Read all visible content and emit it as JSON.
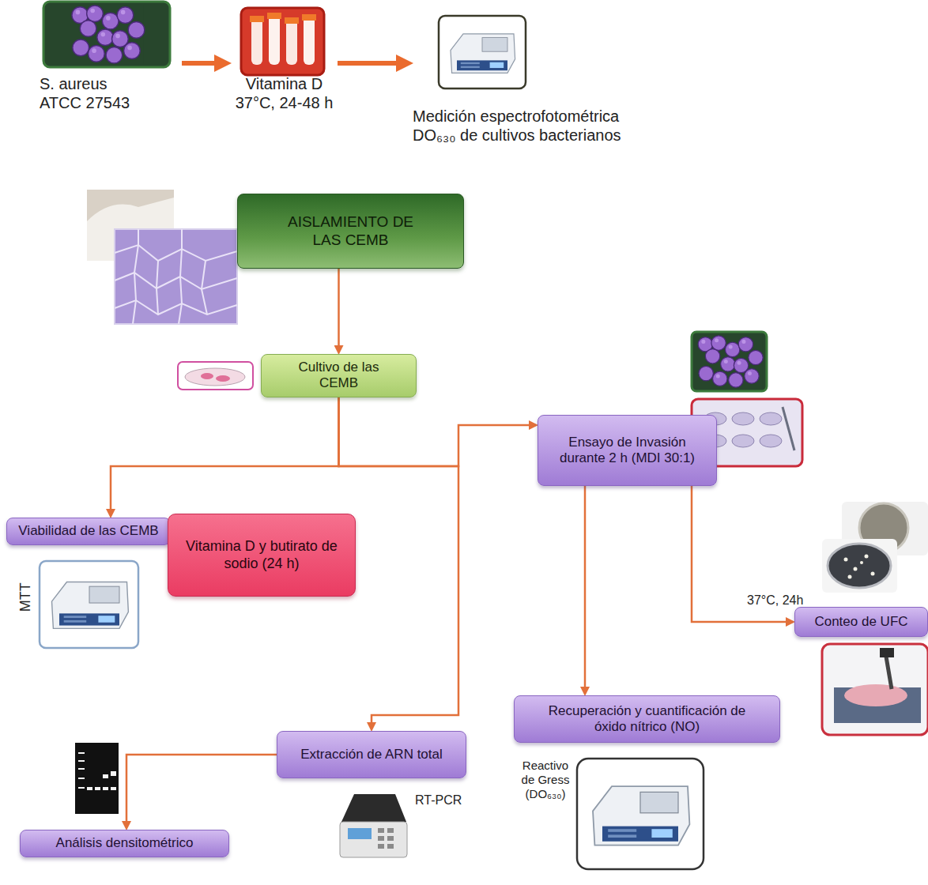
{
  "diagram": {
    "nodes": [
      {
        "text": [
          "S. aureus ATCC 27543"
        ]
      },
      {
        "text": [
          "Vitamina D 37°C, 24-48 h"
        ]
      },
      {
        "text": [
          "Medición espectrofotométrica DO₆₃₀ de cultivos bacterianos"
        ]
      },
      {
        "text": [
          "AISLAMIENTO DE LAS CEMB"
        ]
      },
      {
        "text": [
          "Cultivo de las CEMB"
        ]
      },
      {
        "text": [
          "Viabilidad de las CEMB"
        ]
      },
      {
        "text": [
          "Vitamina D y butirato de sodio (24 h)"
        ]
      },
      {
        "text": [
          "Ensayo de Invasión durante 2 h (MDI 30:1)"
        ]
      },
      {
        "text": [
          "Conteo de UFC"
        ]
      },
      {
        "text": [
          "Recuperación y cuantificación de óxido nítrico (NO)"
        ]
      },
      {
        "text": [
          "Extracción de ARN total"
        ]
      },
      {
        "text": [
          "Análisis densitométrico"
        ]
      }
    ],
    "edges": [
      {
        "from": 0,
        "to": 1,
        "arrow": "to"
      },
      {
        "from": 1,
        "to": 2,
        "arrow": "to"
      },
      {
        "from": 3,
        "to": 4,
        "arrow": "to"
      },
      {
        "from": 4,
        "to": 5,
        "arrow": "to"
      },
      {
        "from": 4,
        "to": 7,
        "arrow": "to"
      },
      {
        "from": 4,
        "to": 10,
        "arrow": "to"
      },
      {
        "from": 7,
        "to": 9,
        "arrow": "to"
      },
      {
        "from": 7,
        "to": 8,
        "arrow": "to"
      },
      {
        "from": 10,
        "to": 11,
        "arrow": "to"
      }
    ],
    "labels": [
      "MTT",
      "37°C, 24h",
      "RT-PCR",
      "Reactivo de Gress (DO₆₃₀)"
    ]
  }
}
